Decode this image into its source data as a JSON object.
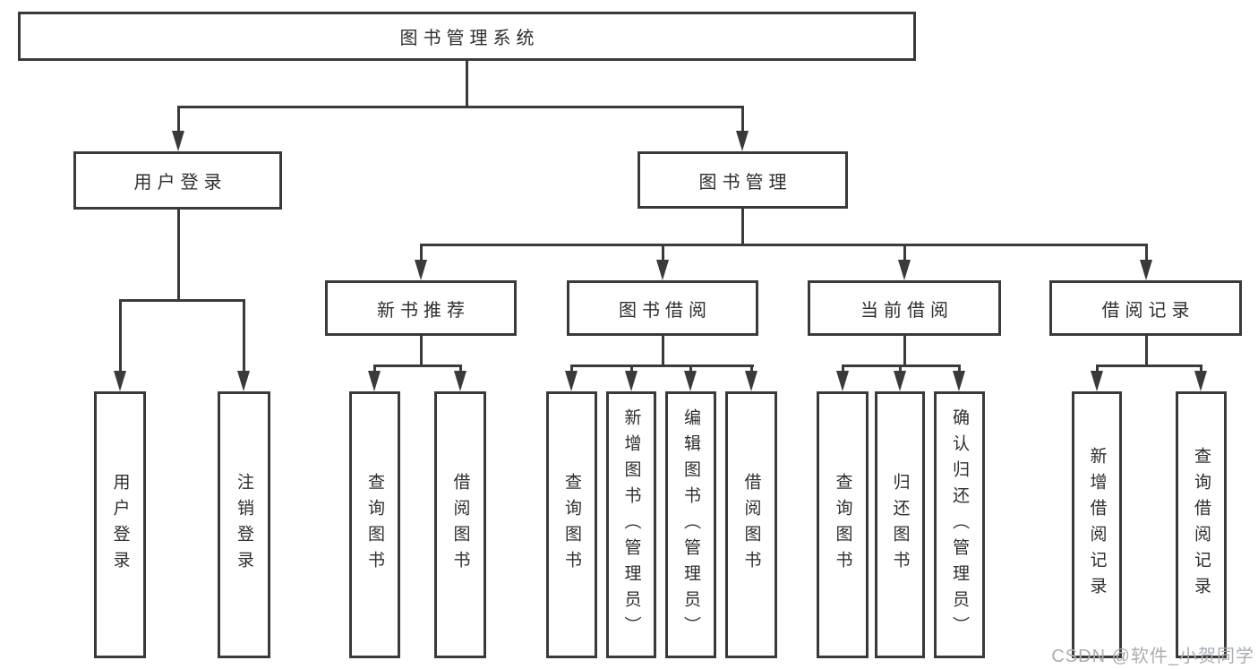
{
  "tree": {
    "label": "图书管理系统",
    "children": [
      {
        "label": "用户登录",
        "children": [
          {
            "label": "用户登录"
          },
          {
            "label": "注销登录"
          }
        ]
      },
      {
        "label": "图书管理",
        "children": [
          {
            "label": "新书推荐",
            "children": [
              {
                "label": "查询图书"
              },
              {
                "label": "借阅图书"
              }
            ]
          },
          {
            "label": "图书借阅",
            "children": [
              {
                "label": "查询图书"
              },
              {
                "label": "新增图书（管理员）"
              },
              {
                "label": "编辑图书（管理员）"
              },
              {
                "label": "借阅图书"
              }
            ]
          },
          {
            "label": "当前借阅",
            "children": [
              {
                "label": "查询图书"
              },
              {
                "label": "归还图书"
              },
              {
                "label": "确认归还（管理员）"
              }
            ]
          },
          {
            "label": "借阅记录",
            "children": [
              {
                "label": "新增借阅记录"
              },
              {
                "label": "查询借阅记录"
              }
            ]
          }
        ]
      }
    ]
  },
  "watermark": {
    "text": "CSDN @软件_小贺同学"
  },
  "colors": {
    "line": "#3a3a3a",
    "box_border": "#3a3a3a",
    "text": "#2e2e2e",
    "watermark": "#a9aeb4",
    "background": "#ffffff"
  }
}
